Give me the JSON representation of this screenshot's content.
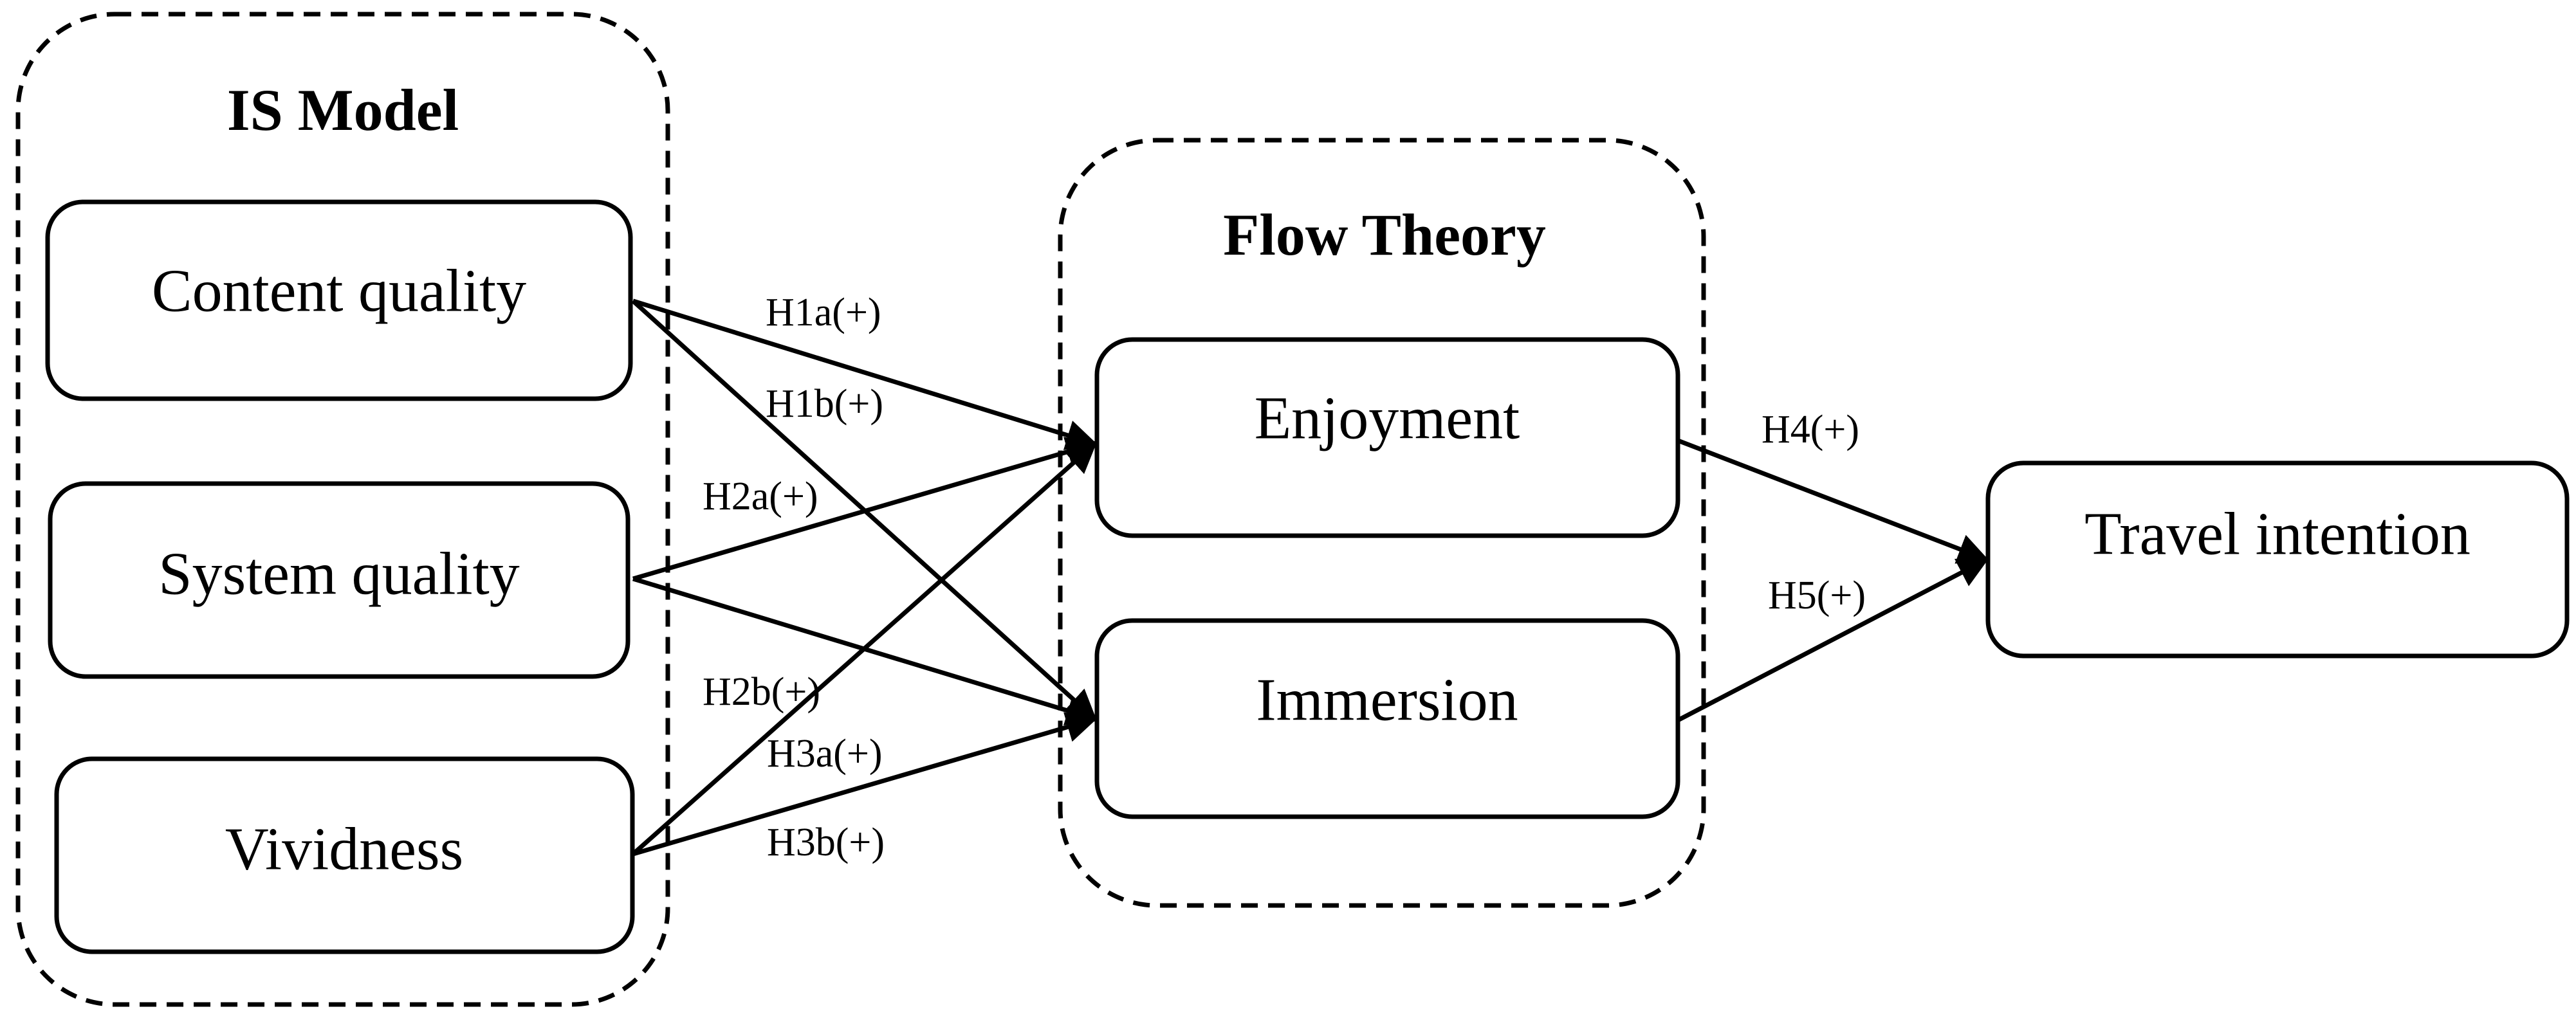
{
  "groups": {
    "is_model": {
      "title": "IS Model"
    },
    "flow_theory": {
      "title": "Flow Theory"
    }
  },
  "nodes": {
    "content_quality": "Content quality",
    "system_quality": "System quality",
    "vividness": "Vividness",
    "enjoyment": "Enjoyment",
    "immersion": "Immersion",
    "travel_intention": "Travel intention"
  },
  "hypotheses": {
    "h1a": "H1a(+)",
    "h1b": "H1b(+)",
    "h2a": "H2a(+)",
    "h2b": "H2b(+)",
    "h3a": "H3a(+)",
    "h3b": "H3b(+)",
    "h4": "H4(+)",
    "h5": "H5(+)"
  }
}
